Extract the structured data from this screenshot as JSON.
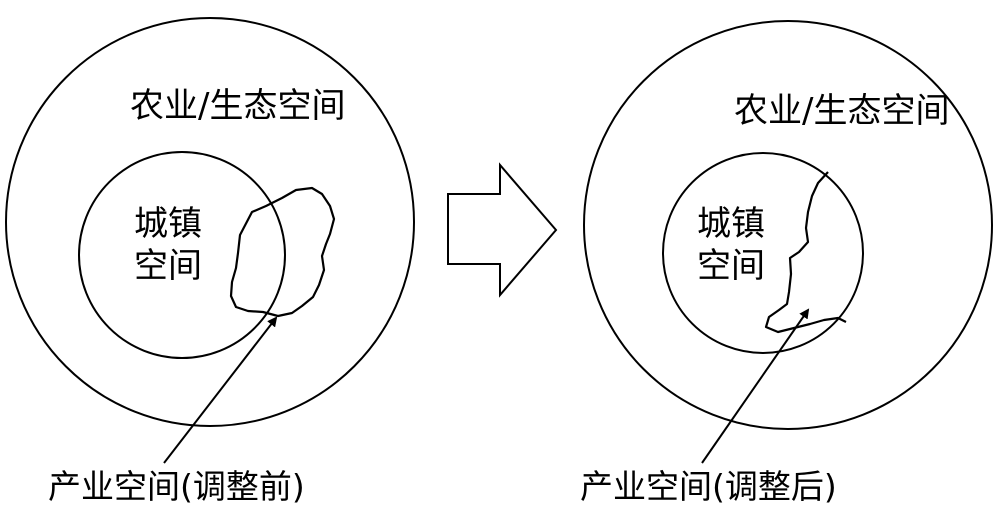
{
  "before": {
    "outer_label": "农业/生态空间",
    "inner_label_line1": "城镇",
    "inner_label_line2": "空间",
    "caption": "产业空间(调整前)"
  },
  "after": {
    "outer_label": "农业/生态空间",
    "inner_label_line1": "城镇",
    "inner_label_line2": "空间",
    "caption": "产业空间(调整后)"
  },
  "colors": {
    "stroke": "#000000",
    "background": "#ffffff"
  }
}
